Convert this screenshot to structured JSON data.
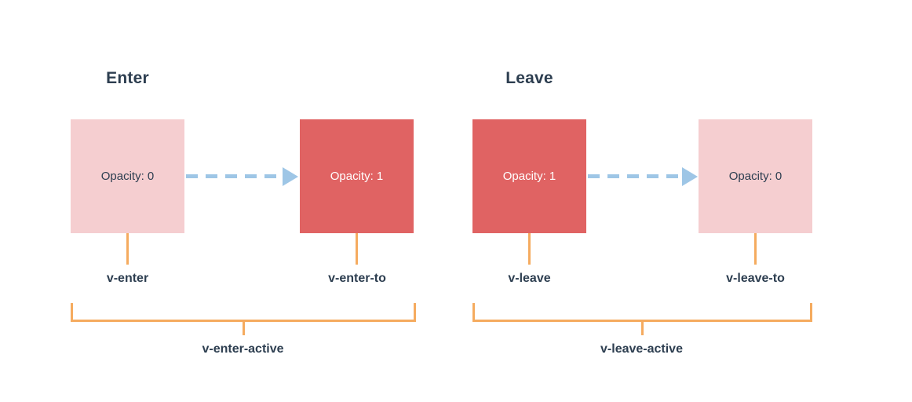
{
  "diagram": {
    "title_enter": "Enter",
    "title_leave": "Leave",
    "groups": [
      {
        "name": "enter",
        "title": "Enter",
        "boxes": [
          {
            "label": "Opacity: 0",
            "state": "pale",
            "class_name": "v-enter"
          },
          {
            "label": "Opacity: 1",
            "state": "solid",
            "class_name": "v-enter-to"
          }
        ],
        "active_class": "v-enter-active",
        "arrow": "dashed-arrow-right"
      },
      {
        "name": "leave",
        "title": "Leave",
        "boxes": [
          {
            "label": "Opacity: 1",
            "state": "solid",
            "class_name": "v-leave"
          },
          {
            "label": "Opacity: 0",
            "state": "pale",
            "class_name": "v-leave-to"
          }
        ],
        "active_class": "v-leave-active",
        "arrow": "dashed-arrow-right"
      }
    ]
  },
  "colors": {
    "background": "#ffffff",
    "box_pale": "#f5ced0",
    "box_solid": "#e06363",
    "text_dark": "#2d3e50",
    "text_light": "#ffffff",
    "arrow_blue": "#9ec6e6",
    "bracket_orange": "#f5ab5f"
  }
}
